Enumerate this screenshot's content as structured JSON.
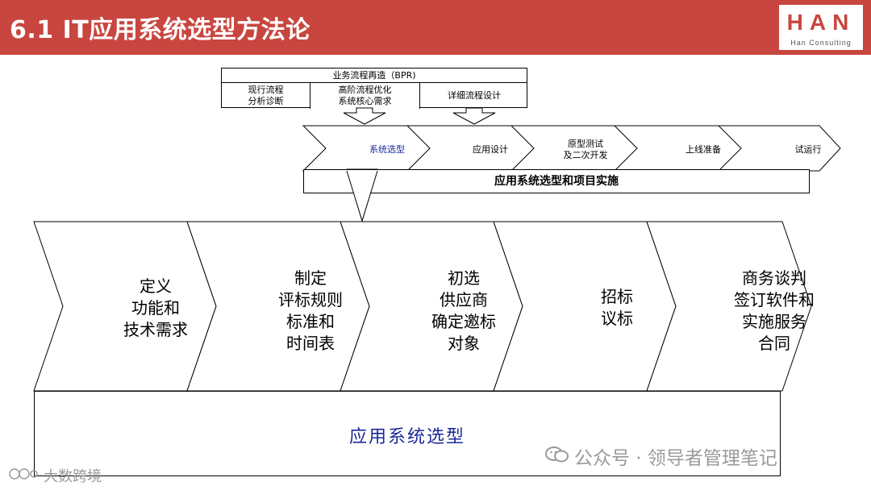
{
  "header": {
    "title": "6.1 IT应用系统选型方法论",
    "logo_main": "HAN",
    "logo_sub": "Han Consulting",
    "bg_color": "#c8463f"
  },
  "bpr": {
    "title": "业务流程再造（BPR)",
    "cells": [
      "现行流程\n分析诊断",
      "高阶流程优化\n系统核心需求",
      "详细流程设计"
    ]
  },
  "phases": {
    "items": [
      "系统选型",
      "应用设计",
      "原型测试\n及二次开发",
      "上线准备",
      "试运行"
    ],
    "active_index": 0,
    "bar_label": "应用系统选型和项目实施"
  },
  "steps": {
    "items": [
      "定义\n功能和\n技术需求",
      "制定\n评标规则\n标准和\n时间表",
      "初选\n供应商\n确定邀标\n对象",
      "招标\n议标",
      "商务谈判\n签订软件和\n实施服务\n合同"
    ]
  },
  "bottom": {
    "label": "应用系统选型"
  },
  "watermark": {
    "text": "公众号 · 领导者管理笔记",
    "corner": "大数跨境",
    "icon": "wechat-icon"
  },
  "colors": {
    "accent_red": "#c8463f",
    "label_blue": "#1a2a9a",
    "watermark_gray": "#9a9a9a"
  }
}
